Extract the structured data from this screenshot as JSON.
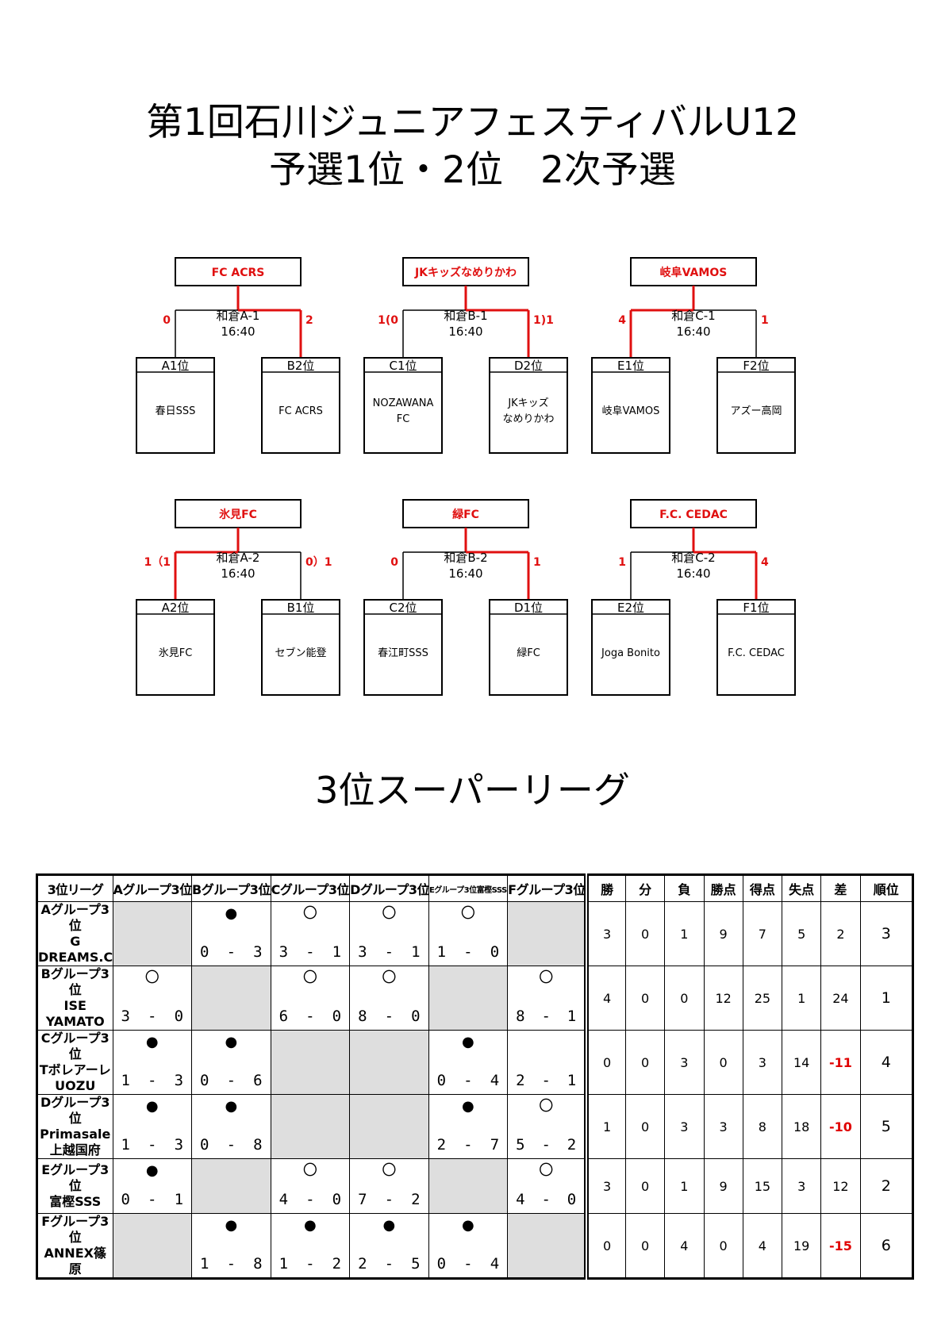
{
  "title_line1": "第1回石川ジュニアフェスティバルU12",
  "title_line2": "予選1位・2位　2次予選",
  "league_title": "3位スーパーリーグ",
  "matches": [
    {
      "winner": "FC ACRS",
      "venue": "和倉A-1",
      "time": "16:40",
      "left_score": "0",
      "right_score": "2",
      "win_side": "right",
      "left": {
        "seed": "A1位",
        "team_lines": [
          "春日SSS"
        ]
      },
      "right": {
        "seed": "B2位",
        "team_lines": [
          "FC ACRS"
        ]
      }
    },
    {
      "winner": "JKキッズなめりかわ",
      "venue": "和倉B-1",
      "time": "16:40",
      "left_score": "1(0",
      "right_score": "1)1",
      "win_side": "right",
      "left": {
        "seed": "C1位",
        "team_lines": [
          "NOZAWANA",
          "FC"
        ]
      },
      "right": {
        "seed": "D2位",
        "team_lines": [
          "JKキッズ",
          "なめりかわ"
        ]
      }
    },
    {
      "winner": "岐阜VAMOS",
      "venue": "和倉C-1",
      "time": "16:40",
      "left_score": "4",
      "right_score": "1",
      "win_side": "left",
      "left": {
        "seed": "E1位",
        "team_lines": [
          "岐阜VAMOS"
        ]
      },
      "right": {
        "seed": "F2位",
        "team_lines": [
          "アズー高岡"
        ]
      }
    },
    {
      "winner": "氷見FC",
      "venue": "和倉A-2",
      "time": "16:40",
      "left_score": "1（1",
      "right_score": "0）1",
      "win_side": "left",
      "left": {
        "seed": "A2位",
        "team_lines": [
          "氷見FC"
        ]
      },
      "right": {
        "seed": "B1位",
        "team_lines": [
          "セブン能登"
        ]
      }
    },
    {
      "winner": "緑FC",
      "venue": "和倉B-2",
      "time": "16:40",
      "left_score": "0",
      "right_score": "1",
      "win_side": "right",
      "left": {
        "seed": "C2位",
        "team_lines": [
          "春江町SSS"
        ]
      },
      "right": {
        "seed": "D1位",
        "team_lines": [
          "緑FC"
        ]
      }
    },
    {
      "winner": "F.C. CEDAC",
      "venue": "和倉C-2",
      "time": "16:40",
      "left_score": "1",
      "right_score": "4",
      "win_side": "right",
      "left": {
        "seed": "E2位",
        "team_lines": [
          "Joga Bonito"
        ]
      },
      "right": {
        "seed": "F1位",
        "team_lines": [
          "F.C. CEDAC"
        ]
      }
    }
  ],
  "league": {
    "corner": "3位リーグ",
    "columns": [
      "Aグループ3位G DREAMS.C",
      "Bグループ3位ISE YAMATO",
      "Cグループ3位Tボレアーレ UOZU",
      "Dグループ3位Primasale上越国府",
      "Eグループ3位富樫SSS",
      "Fグループ3位ANNEX篠原"
    ],
    "stat_headers": [
      "勝",
      "分",
      "負",
      "勝点",
      "得点",
      "失点",
      "差",
      "順位"
    ],
    "rows": [
      {
        "line1": "Aグループ3位",
        "line2": "G DREAMS.C",
        "cells": [
          null,
          {
            "mark": "●",
            "home": "0",
            "away": "3"
          },
          {
            "mark": "〇",
            "home": "3",
            "away": "1"
          },
          {
            "mark": "〇",
            "home": "3",
            "away": "1"
          },
          {
            "mark": "〇",
            "home": "1",
            "away": "0"
          },
          null
        ],
        "stats": [
          "3",
          "0",
          "1",
          "9",
          "7",
          "5",
          "2",
          "3"
        ]
      },
      {
        "line1": "Bグループ3位",
        "line2": "ISE YAMATO",
        "cells": [
          {
            "mark": "〇",
            "home": "3",
            "away": "0"
          },
          null,
          {
            "mark": "〇",
            "home": "6",
            "away": "0"
          },
          {
            "mark": "〇",
            "home": "8",
            "away": "0"
          },
          null,
          {
            "mark": "〇",
            "home": "8",
            "away": "1"
          }
        ],
        "stats": [
          "4",
          "0",
          "0",
          "12",
          "25",
          "1",
          "24",
          "1"
        ]
      },
      {
        "line1": "Cグループ3位",
        "line2": "Tボレアーレ UOZU",
        "cells": [
          {
            "mark": "●",
            "home": "1",
            "away": "3"
          },
          {
            "mark": "●",
            "home": "0",
            "away": "6"
          },
          null,
          null,
          {
            "mark": "●",
            "home": "0",
            "away": "4"
          },
          {
            "mark": "",
            "home": "2",
            "away": "1"
          }
        ],
        "stats": [
          "0",
          "0",
          "3",
          "0",
          "3",
          "14",
          "-11",
          "4"
        ]
      },
      {
        "line1": "Dグループ3位",
        "line2": "Primasale上越国府",
        "cells": [
          {
            "mark": "●",
            "home": "1",
            "away": "3"
          },
          {
            "mark": "●",
            "home": "0",
            "away": "8"
          },
          null,
          null,
          {
            "mark": "●",
            "home": "2",
            "away": "7"
          },
          {
            "mark": "〇",
            "home": "5",
            "away": "2"
          }
        ],
        "stats": [
          "1",
          "0",
          "3",
          "3",
          "8",
          "18",
          "-10",
          "5"
        ]
      },
      {
        "line1": "Eグループ3位",
        "line2": "富樫SSS",
        "cells": [
          {
            "mark": "●",
            "home": "0",
            "away": "1"
          },
          null,
          {
            "mark": "〇",
            "home": "4",
            "away": "0"
          },
          {
            "mark": "〇",
            "home": "7",
            "away": "2"
          },
          null,
          {
            "mark": "〇",
            "home": "4",
            "away": "0"
          }
        ],
        "stats": [
          "3",
          "0",
          "1",
          "9",
          "15",
          "3",
          "12",
          "2"
        ]
      },
      {
        "line1": "Fグループ3位",
        "line2": "ANNEX篠原",
        "cells": [
          null,
          {
            "mark": "●",
            "home": "1",
            "away": "8"
          },
          {
            "mark": "●",
            "home": "1",
            "away": "2"
          },
          {
            "mark": "●",
            "home": "2",
            "away": "5"
          },
          {
            "mark": "●",
            "home": "0",
            "away": "4"
          },
          null
        ],
        "stats": [
          "0",
          "0",
          "4",
          "0",
          "4",
          "19",
          "-15",
          "6"
        ]
      }
    ]
  }
}
